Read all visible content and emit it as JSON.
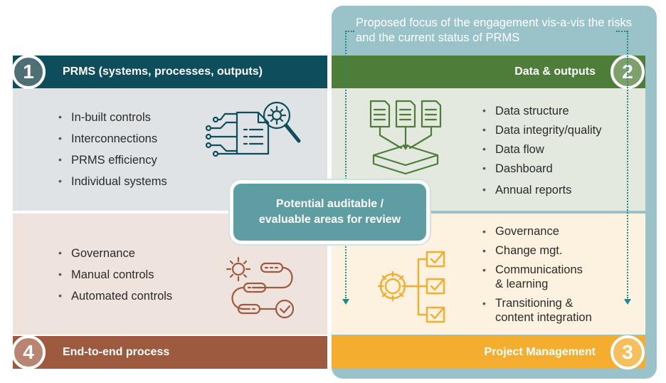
{
  "focus_note": "Proposed focus of the engagement vis-a-vis the risks and the current status of PRMS",
  "center": {
    "line1": "Potential auditable /",
    "line2": "evaluable areas for review"
  },
  "quadrants": [
    {
      "number": "1",
      "title": "PRMS (systems, processes, outputs)",
      "items": [
        "In-built controls",
        "Interconnections",
        "PRMS efficiency",
        "Individual systems"
      ],
      "icon": "document-analysis-icon",
      "color": "#0e4d5b"
    },
    {
      "number": "2",
      "title": "Data & outputs",
      "items": [
        "Data structure",
        "Data integrity/quality",
        "Data flow",
        "Dashboard",
        "Annual reports"
      ],
      "icon": "data-flow-icon",
      "color": "#4d7d38"
    },
    {
      "number": "3",
      "title": "Project Management",
      "items": [
        "Governance",
        "Change mgt.",
        "Communications\n& learning",
        "Transitioning &\ncontent integration"
      ],
      "icon": "checklist-gear-icon",
      "color": "#f4ad2e"
    },
    {
      "number": "4",
      "title": "End-to-end process",
      "items": [
        "Governance",
        "Manual controls",
        "Automated controls"
      ],
      "icon": "process-flow-icon",
      "color": "#9e5a3f"
    }
  ]
}
